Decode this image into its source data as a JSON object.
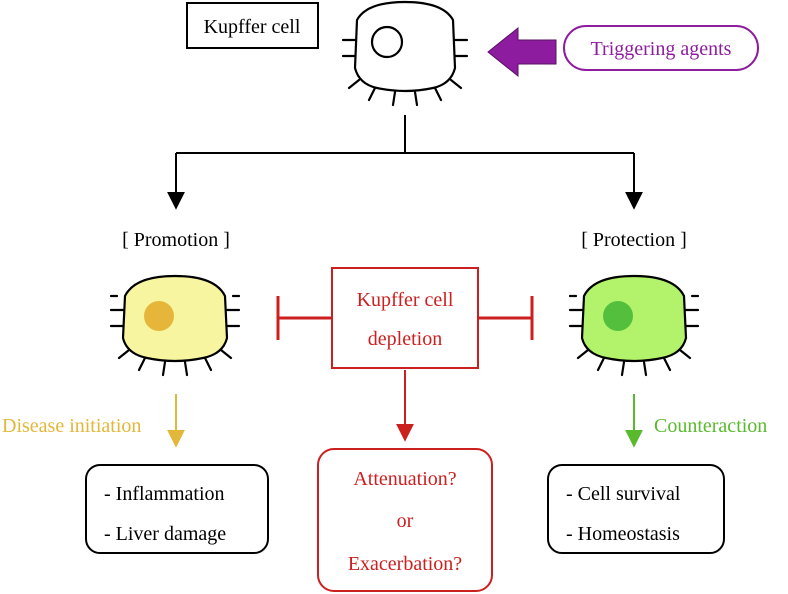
{
  "top_cell": {
    "label": "Kupffer cell"
  },
  "trigger": {
    "label": "Triggering agents"
  },
  "branches": {
    "promotion_label": "[ Promotion ]",
    "protection_label": "[ Protection ]"
  },
  "depletion": {
    "line1": "Kupffer cell",
    "line2": "depletion"
  },
  "left_arrow": {
    "label": "Disease initiation"
  },
  "right_arrow": {
    "label": "Counteraction"
  },
  "left_outcome": {
    "line1": "- Inflammation",
    "line2": "- Liver damage"
  },
  "center_outcome": {
    "line1": "Attenuation?",
    "line2": "or",
    "line3": "Exacerbation?"
  },
  "right_outcome": {
    "line1": "- Cell survival",
    "line2": "- Homeostasis"
  },
  "colors": {
    "purple": "#8e1c9e",
    "red": "#cc1f1f",
    "yellow_label": "#e3b73a",
    "yellow_cell": "#f8f5a0",
    "yellow_nucleus": "#e6b63a",
    "green_label": "#5aba2e",
    "green_cell": "#b2f36b",
    "green_nucleus": "#54bf3c"
  }
}
